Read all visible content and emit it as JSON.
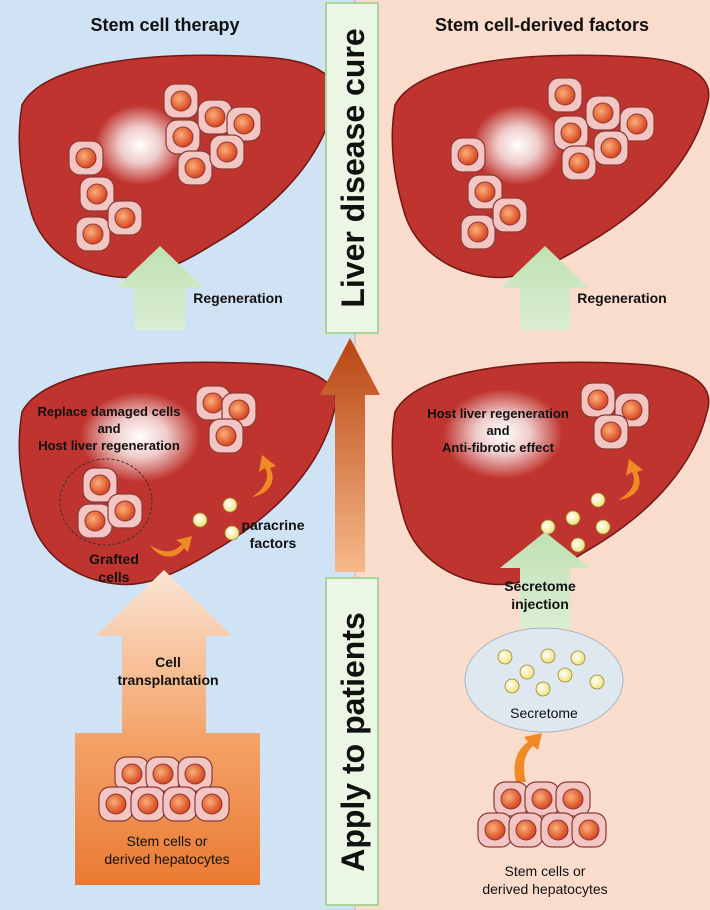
{
  "left_panel": {
    "title": "Stem cell therapy",
    "regeneration_label": "Regeneration",
    "liver_text_1": "Replace damaged cells",
    "liver_text_2": "and",
    "liver_text_3": "Host liver regeneration",
    "grafted_1": "Grafted",
    "grafted_2": "cells",
    "paracrine_1": "paracrine",
    "paracrine_2": "factors",
    "transplant_1": "Cell",
    "transplant_2": "transplantation",
    "source_1": "Stem cells or",
    "source_2": "derived hepatocytes",
    "bg_color": "#cfe3f4"
  },
  "center": {
    "top_label": "Liver disease cure",
    "bottom_label": "Apply to patients",
    "label_bg": "#ecf6e4",
    "label_border": "#a9d59a"
  },
  "right_panel": {
    "title": "Stem cell-derived factors",
    "regeneration_label": "Regeneration",
    "liver_text_1": "Host liver regeneration",
    "liver_text_2": "and",
    "liver_text_3": "Anti-fibrotic effect",
    "secretome_injection_1": "Secretome",
    "secretome_injection_2": "injection",
    "secretome_label": "Secretome",
    "source_1": "Stem cells or",
    "source_2": "derived hepatocytes",
    "bg_color": "#f9dccb"
  },
  "colors": {
    "liver": "#c0342f",
    "liver_edge": "#8a1f1c",
    "cell_body": "#f3c6c3",
    "nucleus": "#e0522a",
    "green_arrow": "#cfe8c4",
    "orange_arrow": "#f08a24",
    "factor": "#fbf3b0"
  }
}
